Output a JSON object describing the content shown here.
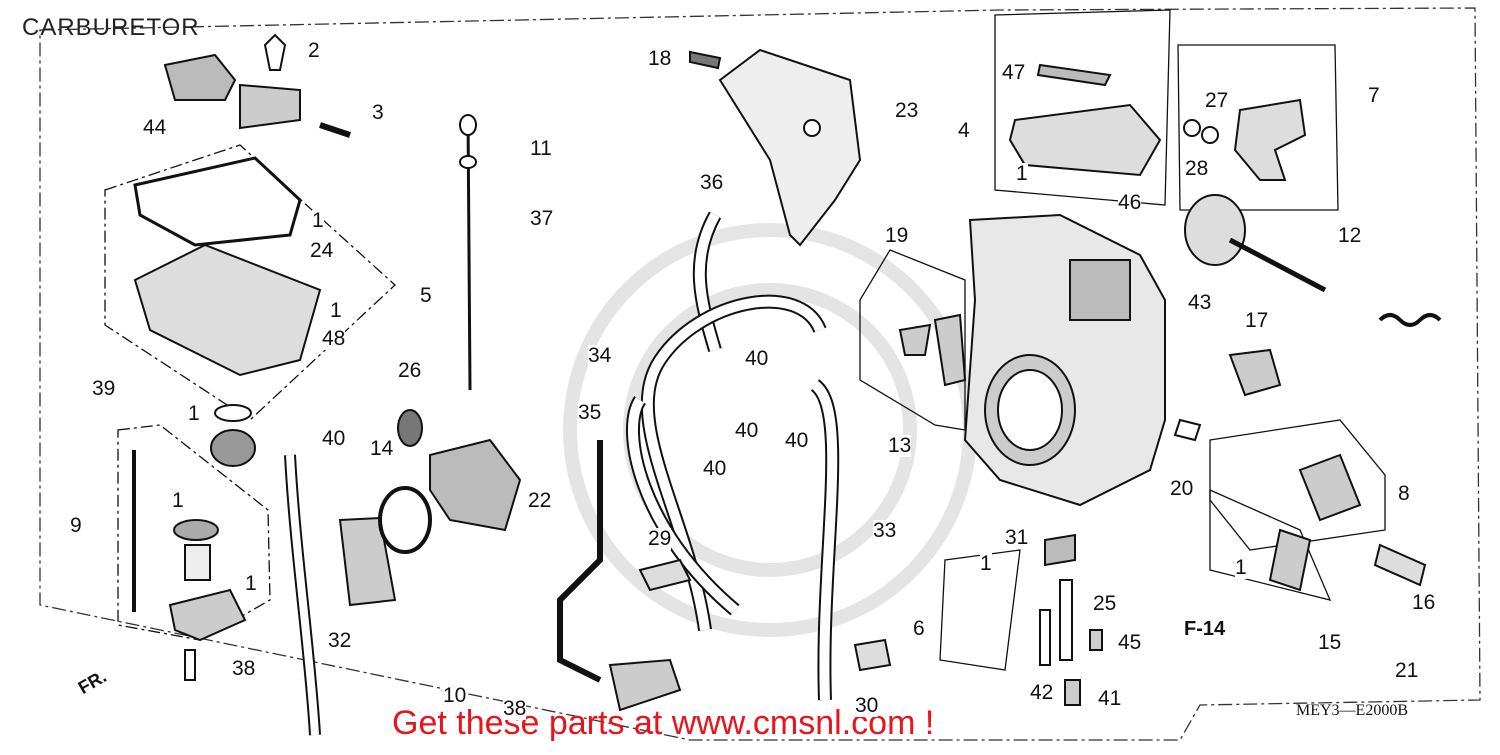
{
  "title": "CARBURETOR",
  "diagram_code": "MEY3—E2000B",
  "promo_text": "Get these parts at www.cmsnl.com !",
  "direction_label": "FR.",
  "ref_label": "F-14",
  "callouts": [
    {
      "id": "c2",
      "text": "2"
    },
    {
      "id": "c3",
      "text": "3"
    },
    {
      "id": "c44",
      "text": "44"
    },
    {
      "id": "c1a",
      "text": "1"
    },
    {
      "id": "c24",
      "text": "24"
    },
    {
      "id": "c5",
      "text": "5"
    },
    {
      "id": "c1b",
      "text": "1"
    },
    {
      "id": "c48",
      "text": "48"
    },
    {
      "id": "c39",
      "text": "39"
    },
    {
      "id": "c26",
      "text": "26"
    },
    {
      "id": "c1c",
      "text": "1"
    },
    {
      "id": "c40a",
      "text": "40"
    },
    {
      "id": "c9",
      "text": "9"
    },
    {
      "id": "c1d",
      "text": "1"
    },
    {
      "id": "c1e",
      "text": "1"
    },
    {
      "id": "c38a",
      "text": "38"
    },
    {
      "id": "c14",
      "text": "14"
    },
    {
      "id": "c22",
      "text": "22"
    },
    {
      "id": "c32",
      "text": "32"
    },
    {
      "id": "c11",
      "text": "11"
    },
    {
      "id": "c37",
      "text": "37"
    },
    {
      "id": "c18",
      "text": "18"
    },
    {
      "id": "c23",
      "text": "23"
    },
    {
      "id": "c36",
      "text": "36"
    },
    {
      "id": "c34",
      "text": "34"
    },
    {
      "id": "c35",
      "text": "35"
    },
    {
      "id": "c40b",
      "text": "40"
    },
    {
      "id": "c40c",
      "text": "40"
    },
    {
      "id": "c40d",
      "text": "40"
    },
    {
      "id": "c40e",
      "text": "40"
    },
    {
      "id": "c29",
      "text": "29"
    },
    {
      "id": "c33",
      "text": "33"
    },
    {
      "id": "c10",
      "text": "10"
    },
    {
      "id": "c38b",
      "text": "38"
    },
    {
      "id": "c30",
      "text": "30"
    },
    {
      "id": "c19",
      "text": "19"
    },
    {
      "id": "c13",
      "text": "13"
    },
    {
      "id": "c4",
      "text": "4"
    },
    {
      "id": "c47",
      "text": "47"
    },
    {
      "id": "c1f",
      "text": "1"
    },
    {
      "id": "c46",
      "text": "46"
    },
    {
      "id": "c7",
      "text": "7"
    },
    {
      "id": "c27",
      "text": "27"
    },
    {
      "id": "c28",
      "text": "28"
    },
    {
      "id": "c12",
      "text": "12"
    },
    {
      "id": "c43",
      "text": "43"
    },
    {
      "id": "c17",
      "text": "17"
    },
    {
      "id": "c20",
      "text": "20"
    },
    {
      "id": "c8",
      "text": "8"
    },
    {
      "id": "c1g",
      "text": "1"
    },
    {
      "id": "c15",
      "text": "15"
    },
    {
      "id": "c16",
      "text": "16"
    },
    {
      "id": "c31",
      "text": "31"
    },
    {
      "id": "c1h",
      "text": "1"
    },
    {
      "id": "c6",
      "text": "6"
    },
    {
      "id": "c25",
      "text": "25"
    },
    {
      "id": "c45",
      "text": "45"
    },
    {
      "id": "c42",
      "text": "42"
    },
    {
      "id": "c41",
      "text": "41"
    },
    {
      "id": "c21",
      "text": "21"
    }
  ]
}
